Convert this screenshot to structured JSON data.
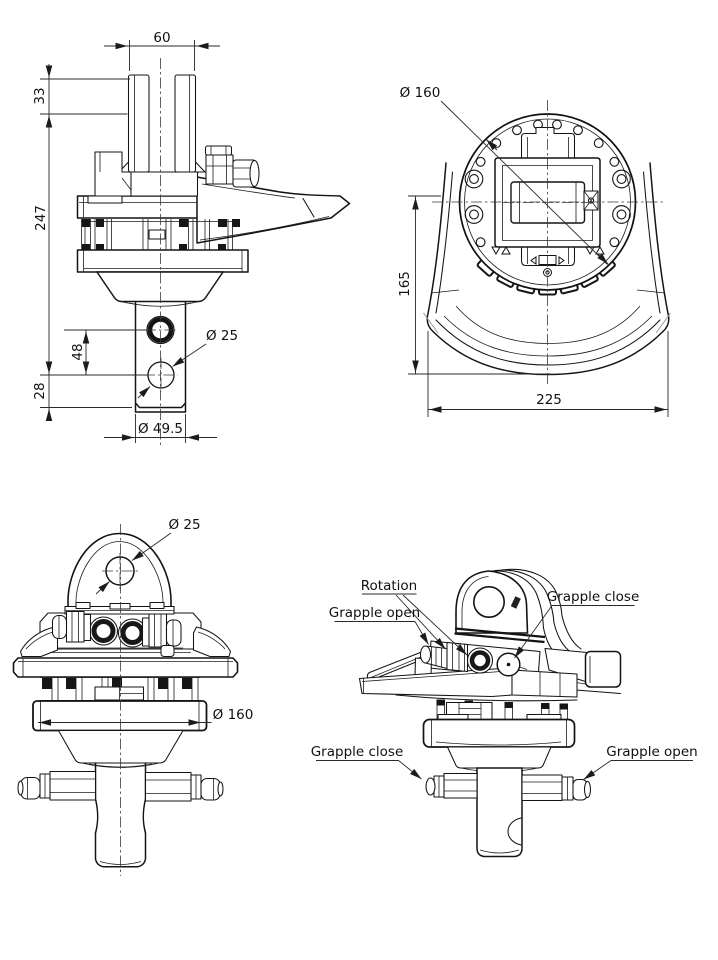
{
  "drawing": {
    "background": "#ffffff",
    "line_color": "#141414",
    "views": {
      "front": {
        "dims": {
          "top_width": "60",
          "clevis_height": "33",
          "overall_height": "247",
          "hole_spacing": "48",
          "hole_offset": "28",
          "pin_hole": "Ø 25",
          "shaft_dia": "Ø 49.5"
        }
      },
      "top": {
        "dims": {
          "flange_dia": "Ø 160",
          "depth": "165",
          "width": "225"
        }
      },
      "front_link": {
        "dims": {
          "link_hole": "Ø 25",
          "flange_dia": "Ø 160"
        }
      },
      "perspective": {
        "labels": {
          "rotation": "Rotation",
          "grapple_open_top": "Grapple open",
          "grapple_close_top": "Grapple close",
          "grapple_close_bottom": "Grapple close",
          "grapple_open_bottom": "Grapple open"
        }
      }
    }
  }
}
